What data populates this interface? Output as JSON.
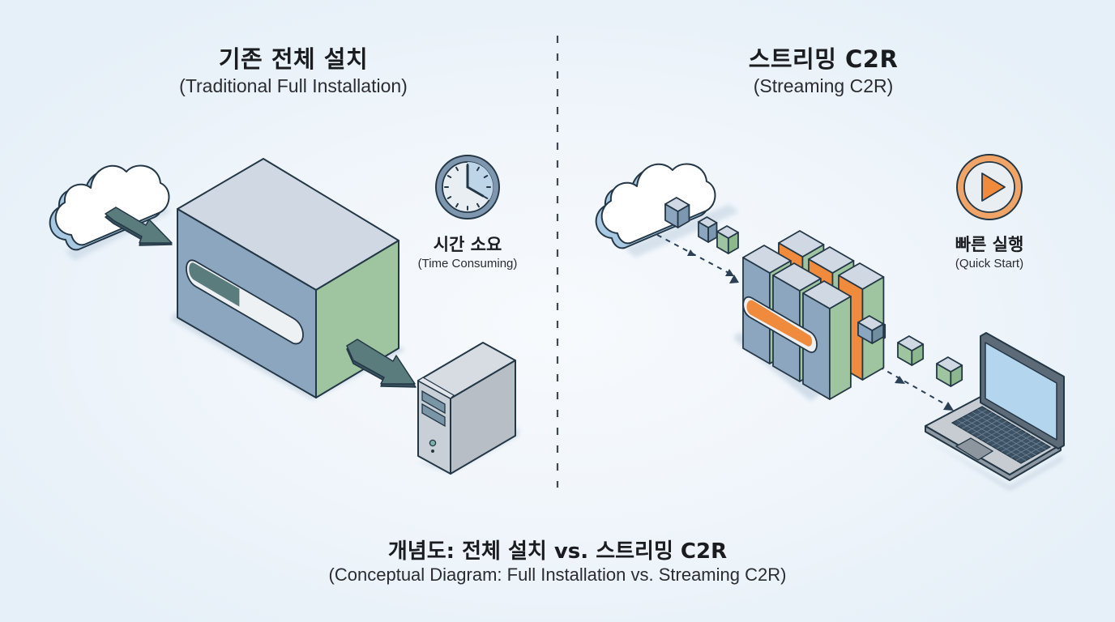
{
  "left_panel": {
    "title_ko": "기존 전체 설치",
    "title_en": "(Traditional Full Installation)",
    "badge": {
      "icon": "clock-icon",
      "label_ko": "시간 소요",
      "label_en": "(Time Consuming)"
    },
    "progress_fraction": 0.45,
    "elements": [
      "cloud-icon",
      "download-arrow-icon",
      "installer-box",
      "progress-bar",
      "install-arrow-icon",
      "desktop-tower-icon"
    ]
  },
  "right_panel": {
    "title_ko": "스트리밍 C2R",
    "title_en": "(Streaming C2R)",
    "badge": {
      "icon": "play-icon",
      "label_ko": "빠른 실행",
      "label_en": "(Quick Start)"
    },
    "progress_fraction": 0.95,
    "elements": [
      "cloud-icon",
      "data-block-icon",
      "dashed-arrow-icon",
      "server-block-stack",
      "progress-bar",
      "laptop-icon"
    ]
  },
  "caption": {
    "title_ko": "개념도: 전체 설치 vs. 스트리밍 C2R",
    "title_en": "(Conceptual Diagram: Full Installation vs. Streaming C2R)"
  },
  "colors": {
    "outline": "#243746",
    "cloud_side": "#a9c9e2",
    "box_top": "#d0d9e3",
    "box_front": "#8da6c0",
    "box_side": "#9ec5a0",
    "arrow": "#5b7c7d",
    "accent_orange": "#f08a3c",
    "screen": "#b4d5ee",
    "clock_face": "#e9eef3",
    "clock_ring": "#7f97ae",
    "clock_wedge": "#bdd5e7"
  }
}
